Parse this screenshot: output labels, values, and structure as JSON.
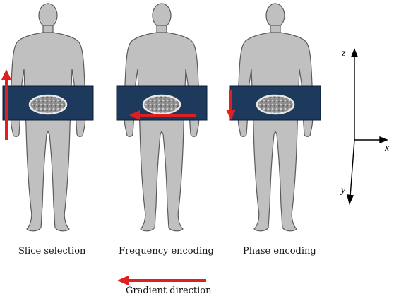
{
  "panels": [
    {
      "label": "Slice selection",
      "gradient": "vertical-up"
    },
    {
      "label": "Frequency encoding",
      "gradient": "horizontal-left"
    },
    {
      "label": "Phase encoding",
      "gradient": "vertical-down"
    }
  ],
  "axes": {
    "z": "z",
    "x": "x",
    "y": "y"
  },
  "legend": {
    "label": "Gradient direction"
  },
  "colors": {
    "body": "#c0c0c0",
    "body_outline": "#5a5a5a",
    "slice_plane": "#1d3a5c",
    "arrow": "#e02020",
    "axes": "#000000"
  },
  "icons": [
    "human-figure",
    "mri-slice-plane",
    "axial-scan-image",
    "gradient-arrow",
    "coordinate-axes"
  ]
}
